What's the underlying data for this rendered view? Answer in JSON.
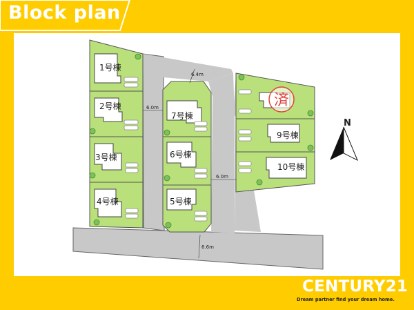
{
  "header": {
    "title": "Block plan"
  },
  "lots": [
    {
      "id": "lot-1",
      "label": "1号棟"
    },
    {
      "id": "lot-2",
      "label": "2号棟"
    },
    {
      "id": "lot-3",
      "label": "3号棟"
    },
    {
      "id": "lot-4",
      "label": "4号棟"
    },
    {
      "id": "lot-5",
      "label": "5号棟"
    },
    {
      "id": "lot-6",
      "label": "6号棟"
    },
    {
      "id": "lot-7",
      "label": "7号棟"
    },
    {
      "id": "lot-8",
      "label": ""
    },
    {
      "id": "lot-9",
      "label": "9号棟"
    },
    {
      "id": "lot-10",
      "label": "10号棟"
    }
  ],
  "sold_stamp": "済",
  "road_widths": {
    "west_road": "6.0m",
    "north_road": "6.4m",
    "east_road": "6.0m",
    "south_road": "6.6m"
  },
  "compass": {
    "north_label": "N"
  },
  "brand": {
    "name": "CENTURY21",
    "tagline": "Dream partner find your dream home."
  },
  "colors": {
    "background": "#ffcc00",
    "lot_green": "#b9e07a",
    "road_gray": "#c8c8c8",
    "stamp_red": "#e0443c",
    "house_white": "#ffffff"
  }
}
